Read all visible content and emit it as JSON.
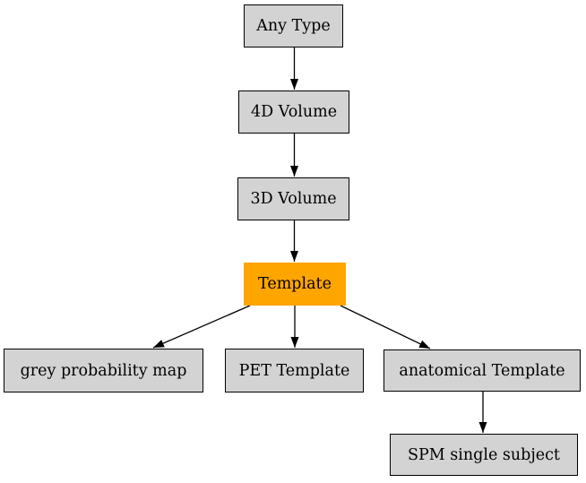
{
  "diagram": {
    "title": "type hierarchy graph",
    "background": "#ffffff"
  },
  "nodes": {
    "any_type": {
      "label": "Any Type",
      "fill": "#d3d3d3"
    },
    "volume_4d": {
      "label": "4D Volume",
      "fill": "#d3d3d3"
    },
    "volume_3d": {
      "label": "3D Volume",
      "fill": "#d3d3d3"
    },
    "template": {
      "label": "Template",
      "fill": "#ffa500",
      "highlighted": true
    },
    "grey_probability_map": {
      "label": "grey probability map",
      "fill": "#d3d3d3"
    },
    "pet_template": {
      "label": "PET Template",
      "fill": "#d3d3d3"
    },
    "anatomical_template": {
      "label": "anatomical Template",
      "fill": "#d3d3d3"
    },
    "spm_single_subject": {
      "label": "SPM single subject",
      "fill": "#d3d3d3"
    }
  },
  "edges": [
    {
      "from": "Any Type",
      "to": "4D Volume"
    },
    {
      "from": "4D Volume",
      "to": "3D Volume"
    },
    {
      "from": "3D Volume",
      "to": "Template"
    },
    {
      "from": "Template",
      "to": "grey probability map"
    },
    {
      "from": "Template",
      "to": "PET Template"
    },
    {
      "from": "Template",
      "to": "anatomical Template"
    },
    {
      "from": "anatomical Template",
      "to": "SPM single subject"
    }
  ],
  "colors": {
    "node_fill": "#d3d3d3",
    "node_border": "#000000",
    "highlight_fill": "#ffa500",
    "edge": "#000000",
    "text": "#000000",
    "background": "#ffffff"
  }
}
